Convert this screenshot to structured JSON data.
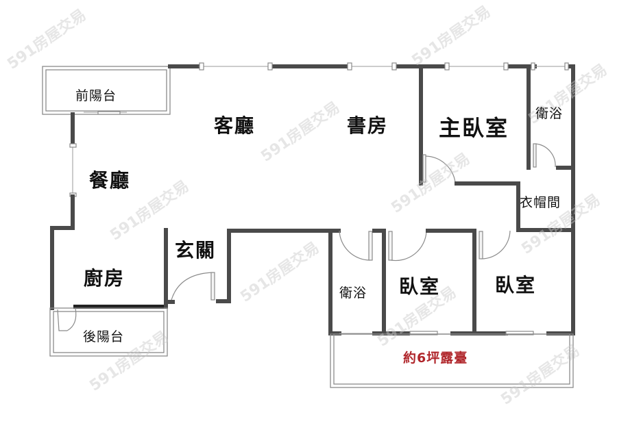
{
  "floorplan": {
    "rooms": {
      "front_balcony": "前陽台",
      "living_room": "客廳",
      "study": "書房",
      "master_bedroom": "主臥室",
      "master_bathroom": "衛浴",
      "walk_in_closet": "衣帽間",
      "dining_room": "餐廳",
      "kitchen": "廚房",
      "entrance": "玄關",
      "rear_balcony": "後陽台",
      "bathroom": "衛浴",
      "bedroom_1": "臥室",
      "bedroom_2": "臥室",
      "terrace": "約6坪露臺"
    },
    "colors": {
      "wall": "#4a4a4a",
      "terrace_label": "#b0262b",
      "background": "#ffffff"
    }
  },
  "watermark": {
    "text": "591房屋交易"
  }
}
